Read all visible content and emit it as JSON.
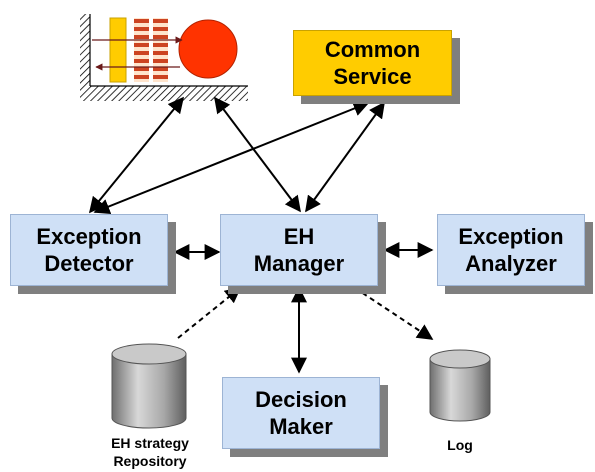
{
  "boxes": {
    "common_service": "Common\nService",
    "exception_detector": "Exception\nDetector",
    "eh_manager": "EH\nManager",
    "exception_analyzer": "Exception\nAnalyzer",
    "decision_maker": "Decision\nMaker"
  },
  "databases": {
    "repository": "EH strategy\nRepository",
    "log": "Log"
  },
  "colors": {
    "box_fill": "#cfe0f6",
    "service_fill": "#ffcc00",
    "shadow": "#7f7f7f",
    "machine_red": "#ff3300",
    "machine_yellow": "#ffcc00",
    "machine_stripe": "#cc4422"
  },
  "icons": {
    "machine": "process-machine-icon",
    "database": "cylinder-database-icon"
  }
}
